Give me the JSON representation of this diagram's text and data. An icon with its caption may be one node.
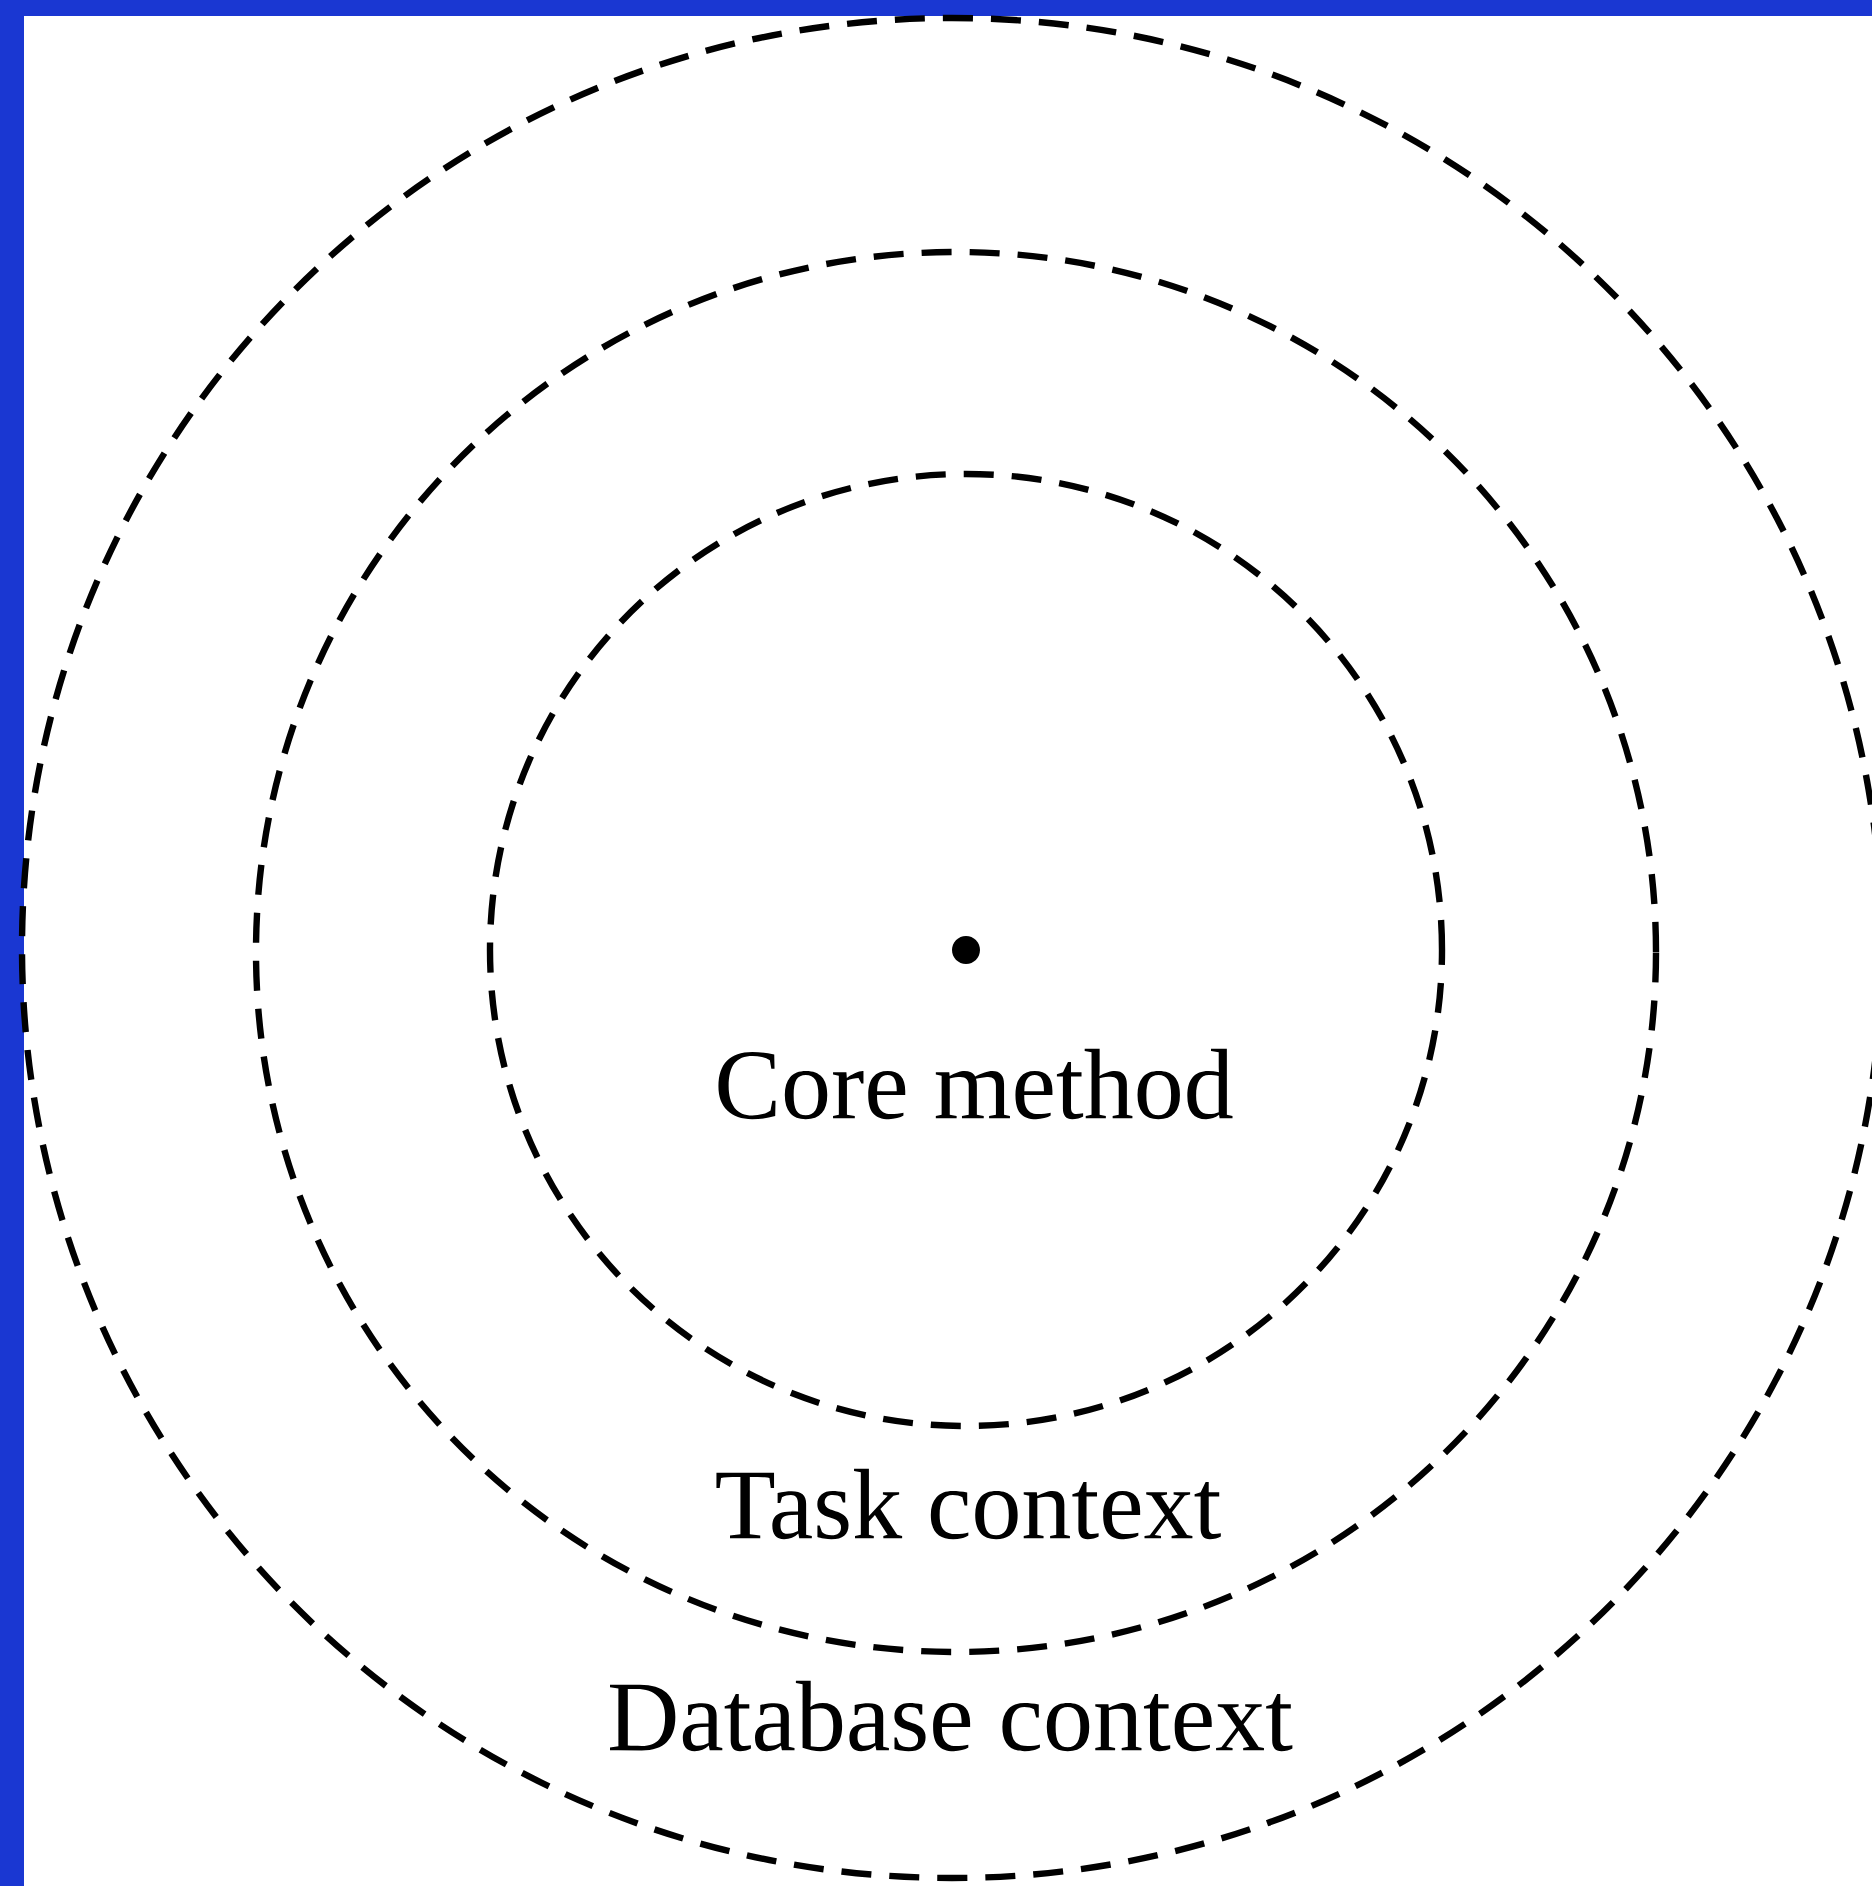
{
  "diagram": {
    "nodes": [
      {
        "text": [
          "Database context"
        ]
      },
      {
        "text": [
          "Task context"
        ],
        "in": 0
      },
      {
        "text": [
          "Core method"
        ],
        "in": 1
      }
    ]
  }
}
